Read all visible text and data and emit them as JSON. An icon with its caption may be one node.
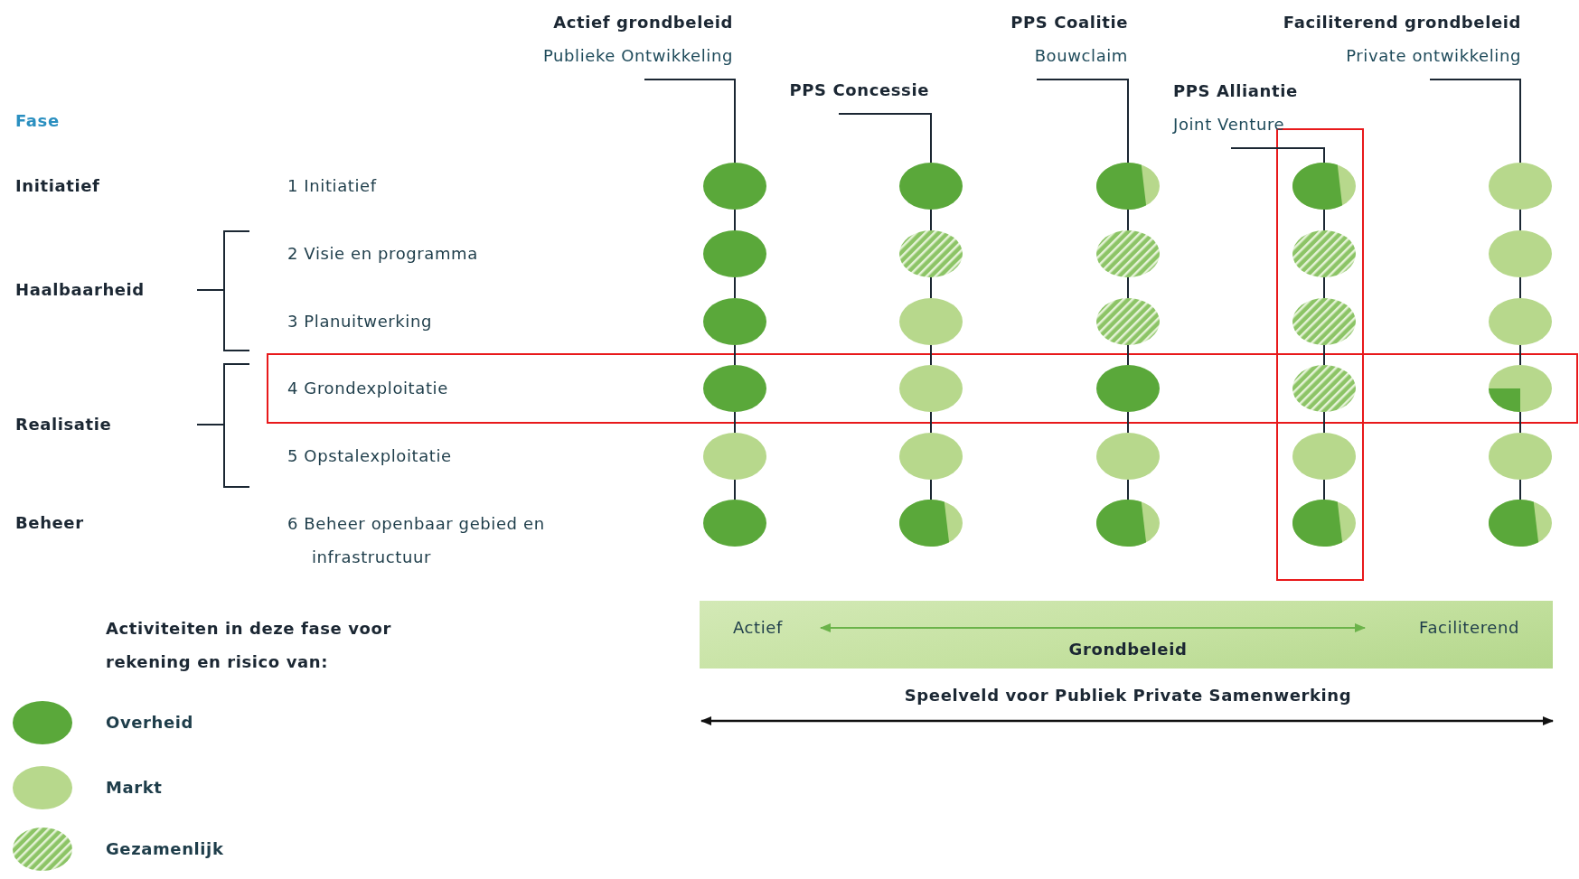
{
  "diagram": {
    "nodes": [
      {
        "text": [
          "Actief grondbeleid",
          "Publieke Ontwikkeling"
        ]
      },
      {
        "text": [
          "PPS Coalitie",
          "Bouwclaim"
        ]
      },
      {
        "text": [
          "Faciliterend grondbeleid",
          "Private ontwikkeling"
        ]
      },
      {
        "text": [
          "PPS Concessie"
        ]
      },
      {
        "text": [
          "PPS Alliantie",
          "Joint Venture"
        ]
      },
      {
        "text": [],
        "shape": "circle"
      },
      {
        "text": [],
        "shape": "circle"
      },
      {
        "text": [],
        "shape": "circle"
      },
      {
        "text": [],
        "shape": "circle"
      },
      {
        "text": [],
        "shape": "circle"
      },
      {
        "text": [],
        "shape": "circle"
      },
      {
        "text": [],
        "shape": "circle"
      },
      {
        "text": [],
        "shape": "circle"
      },
      {
        "text": [],
        "shape": "circle"
      },
      {
        "text": [],
        "shape": "circle"
      },
      {
        "text": [],
        "shape": "circle"
      },
      {
        "text": [],
        "shape": "circle"
      },
      {
        "text": [],
        "shape": "circle"
      },
      {
        "text": [],
        "shape": "circle"
      },
      {
        "text": [],
        "shape": "circle"
      },
      {
        "text": [],
        "shape": "circle"
      },
      {
        "text": [],
        "shape": "circle"
      },
      {
        "text": [],
        "shape": "circle"
      },
      {
        "text": [],
        "shape": "circle"
      },
      {
        "text": [],
        "shape": "circle"
      },
      {
        "text": [],
        "shape": "circle"
      },
      {
        "text": [],
        "shape": "circle"
      },
      {
        "text": [],
        "shape": "circle"
      },
      {
        "text": [],
        "shape": "circle"
      },
      {
        "text": [],
        "shape": "circle"
      },
      {
        "text": [],
        "shape": "circle"
      },
      {
        "text": [],
        "shape": "circle"
      },
      {
        "text": [],
        "shape": "circle"
      },
      {
        "text": [],
        "shape": "circle"
      },
      {
        "text": [],
        "shape": "circle"
      }
    ],
    "edges": [
      {
        "from": 0,
        "to": 5,
        "arrow": "none"
      },
      {
        "from": 5,
        "to": 10,
        "arrow": "none"
      },
      {
        "from": 10,
        "to": 15,
        "arrow": "none"
      },
      {
        "from": 15,
        "to": 20,
        "arrow": "none"
      },
      {
        "from": 20,
        "to": 25,
        "arrow": "none"
      },
      {
        "from": 25,
        "to": 30,
        "arrow": "none"
      },
      {
        "from": 3,
        "to": 6,
        "arrow": "none"
      },
      {
        "from": 6,
        "to": 11,
        "arrow": "none"
      },
      {
        "from": 11,
        "to": 16,
        "arrow": "none"
      },
      {
        "from": 16,
        "to": 21,
        "arrow": "none"
      },
      {
        "from": 21,
        "to": 26,
        "arrow": "none"
      },
      {
        "from": 26,
        "to": 31,
        "arrow": "none"
      },
      {
        "from": 1,
        "to": 7,
        "arrow": "none"
      },
      {
        "from": 7,
        "to": 12,
        "arrow": "none"
      },
      {
        "from": 12,
        "to": 17,
        "arrow": "none"
      },
      {
        "from": 17,
        "to": 22,
        "arrow": "none"
      },
      {
        "from": 22,
        "to": 27,
        "arrow": "none"
      },
      {
        "from": 27,
        "to": 32,
        "arrow": "none"
      },
      {
        "from": 4,
        "to": 8,
        "arrow": "none"
      },
      {
        "from": 8,
        "to": 13,
        "arrow": "none"
      },
      {
        "from": 13,
        "to": 18,
        "arrow": "none"
      },
      {
        "from": 18,
        "to": 23,
        "arrow": "none"
      },
      {
        "from": 23,
        "to": 28,
        "arrow": "none"
      },
      {
        "from": 28,
        "to": 33,
        "arrow": "none"
      },
      {
        "from": 2,
        "to": 9,
        "arrow": "none"
      },
      {
        "from": 9,
        "to": 14,
        "arrow": "none"
      },
      {
        "from": 14,
        "to": 19,
        "arrow": "none"
      },
      {
        "from": 19,
        "to": 24,
        "arrow": "none"
      },
      {
        "from": 24,
        "to": 29,
        "arrow": "none"
      },
      {
        "from": 29,
        "to": 34,
        "arrow": "none"
      }
    ],
    "labels": [
      "Fase",
      "Initiatief",
      "1 Initiatief",
      "2 Visie en programma",
      "Haalbaarheid",
      "3 Planuitwerking",
      "4 Grondexploitatie",
      "Realisatie",
      "5 Opstalexploitatie",
      "Beheer",
      "6 Beheer openbaar gebied en infrastructuur",
      "Activiteiten in deze fase voor rekening en risico van:",
      "Actief",
      "Faciliterend",
      "Grondbeleid",
      "Speelveld voor Publiek Private Samenwerking"
    ],
    "legend": [
      {
        "text": "Overheid",
        "color": "#5aa83a"
      },
      {
        "text": "Markt",
        "color": "#b7d88c"
      },
      {
        "text": "Gezamenlijk"
      }
    ]
  }
}
